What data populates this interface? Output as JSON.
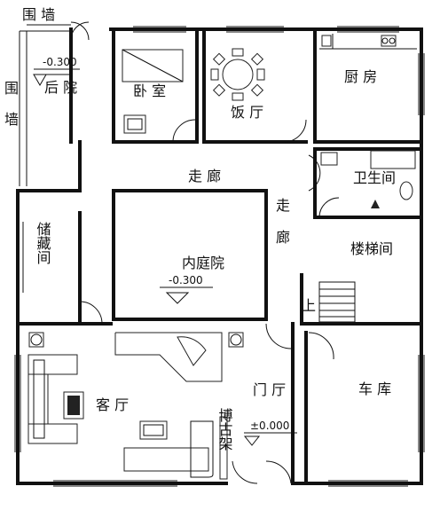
{
  "rooms": {
    "boundary_wall_top": "围 墙",
    "boundary_wall_left_1": "围",
    "boundary_wall_left_2": "墙",
    "back_yard": "后 院",
    "bedroom": "卧 室",
    "dining": "饭 厅",
    "kitchen": "厨 房",
    "corridor_top": "走 廊",
    "corridor_right_1": "走",
    "corridor_right_2": "廊",
    "bathroom": "卫生间",
    "storage": "储藏间",
    "courtyard": "内庭院",
    "stairwell": "楼梯间",
    "up_label": "上",
    "living_room": "客 厅",
    "foyer": "门 厅",
    "garage": "车 库",
    "curio_shelf": "博古架"
  },
  "levels": {
    "back_yard": "-0.300",
    "courtyard": "-0.300",
    "foyer": "±0.000"
  }
}
